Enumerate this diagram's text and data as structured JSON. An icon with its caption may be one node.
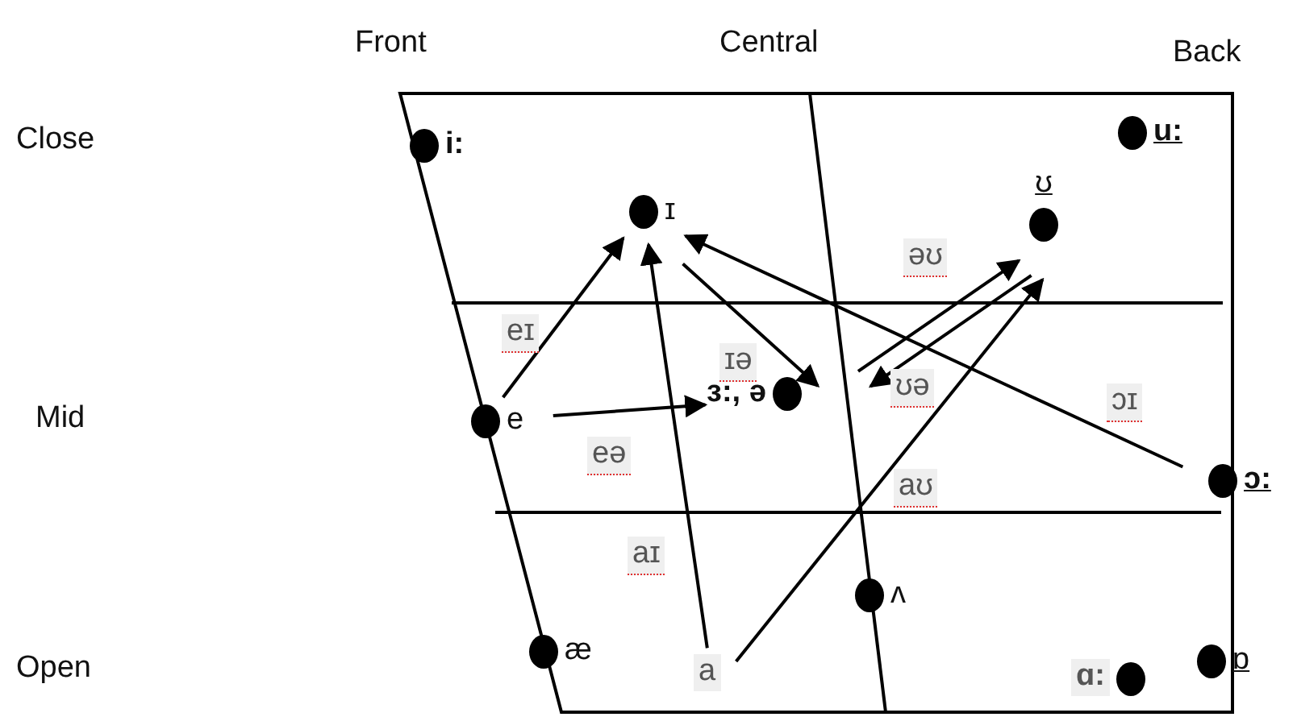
{
  "diagram": {
    "nodes": [
      {
        "text": [
          "i:"
        ]
      },
      {
        "text": [
          "ɪ"
        ]
      },
      {
        "text": [
          "ʊ"
        ]
      },
      {
        "text": [
          "u:"
        ]
      },
      {
        "text": [
          "e"
        ]
      },
      {
        "text": [
          "ɜ:, ə"
        ]
      },
      {
        "text": [
          "ɔ:"
        ]
      },
      {
        "text": [
          "æ"
        ]
      },
      {
        "text": [
          "a"
        ]
      },
      {
        "text": [
          "ʌ"
        ]
      },
      {
        "text": [
          "ɑ:"
        ]
      },
      {
        "text": [
          "ɒ"
        ]
      }
    ],
    "edges": [
      {
        "from": 4,
        "to": 1,
        "arrow": "to",
        "label": "eɪ"
      },
      {
        "from": 4,
        "to": 5,
        "arrow": "to",
        "label": "eə"
      },
      {
        "from": 8,
        "to": 1,
        "arrow": "to",
        "label": "aɪ"
      },
      {
        "from": 8,
        "to": 2,
        "arrow": "to",
        "label": "aʊ"
      },
      {
        "from": 1,
        "to": 5,
        "arrow": "to",
        "label": "ɪə"
      },
      {
        "from": 5,
        "to": 2,
        "arrow": "to",
        "label": "əʊ"
      },
      {
        "from": 2,
        "to": 5,
        "arrow": "to",
        "label": "ʊə"
      },
      {
        "from": 6,
        "to": 1,
        "arrow": "to",
        "label": "ɔɪ"
      }
    ],
    "labels": [
      "Front",
      "Central",
      "Back",
      "Close",
      "Mid",
      "Open"
    ]
  }
}
